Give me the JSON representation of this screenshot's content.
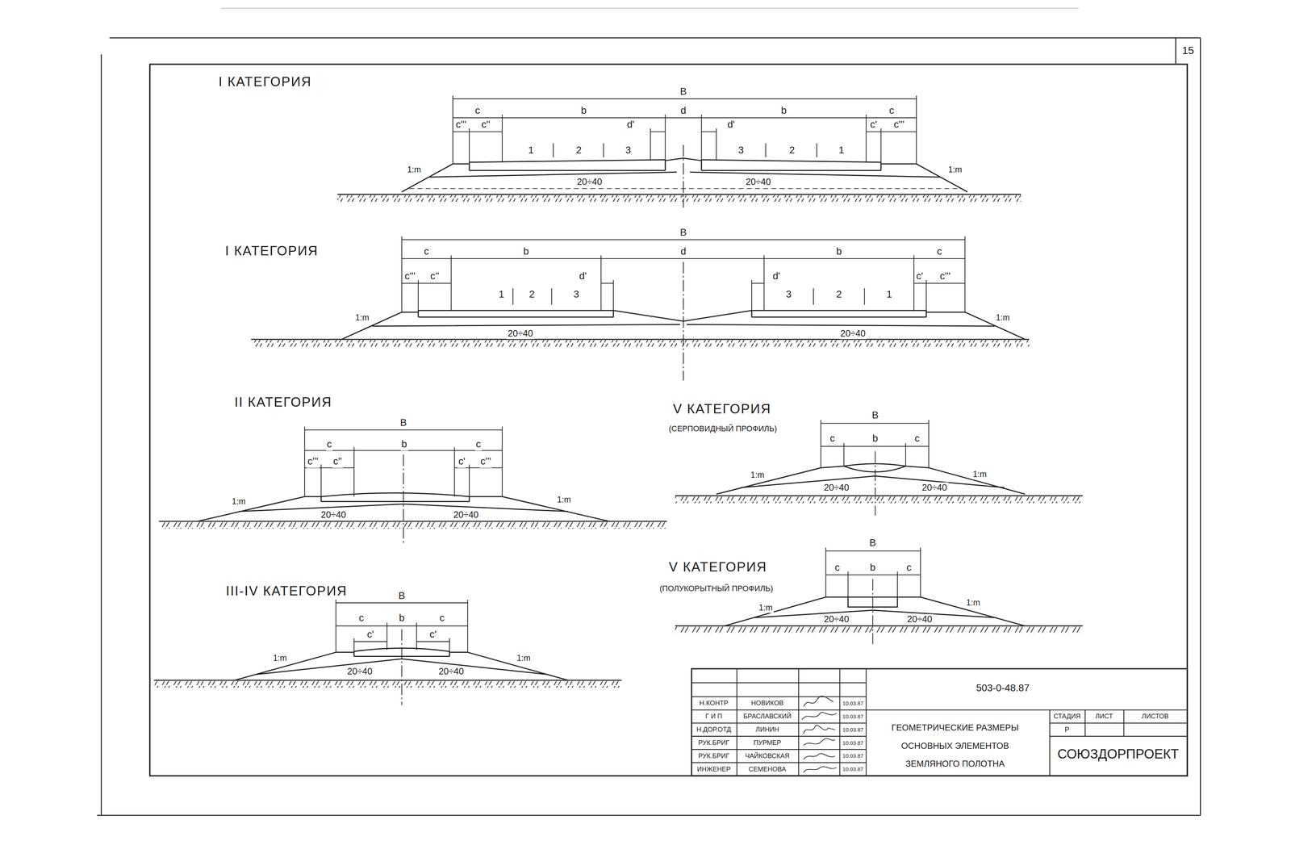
{
  "diagram": {
    "title": "ГЕОМЕТРИЧЕСКИЕ РАЗМЕРЫ ОСНОВНЫХ ЭЛЕМЕНТОВ ЗЕМЛЯНОГО ПОЛОТНА",
    "labels": [
      "15",
      "I КАТЕГОРИЯ",
      "В",
      "c",
      "b",
      "d",
      "b",
      "c",
      "c'''",
      "c''",
      "d'",
      "d'",
      "c'",
      "c'''",
      "1",
      "2",
      "3",
      "3",
      "2",
      "1",
      "1:m",
      "1:m",
      "20÷40",
      "20÷40",
      "I КАТЕГОРИЯ",
      "В",
      "c",
      "b",
      "d",
      "b",
      "c",
      "c'''",
      "c''",
      "d'",
      "d'",
      "c'",
      "c'''",
      "1",
      "2",
      "3",
      "3",
      "2",
      "1",
      "1:m",
      "1:m",
      "20÷40",
      "20÷40",
      "II КАТЕГОРИЯ",
      "В",
      "c",
      "b",
      "c",
      "c'''",
      "c''",
      "c'",
      "c'''",
      "1:m",
      "1:m",
      "20÷40",
      "20÷40",
      "V КАТЕГОРИЯ",
      "(СЕРПОВИДНЫЙ ПРОФИЛЬ)",
      "В",
      "c",
      "b",
      "c",
      "1:m",
      "1:m",
      "20÷40",
      "20÷40",
      "V КАТЕГОРИЯ",
      "(ПОЛУКОРЫТНЫЙ ПРОФИЛЬ)",
      "В",
      "c",
      "b",
      "c",
      "1:m",
      "1:m",
      "20÷40",
      "20÷40",
      "III-IV КАТЕГОРИЯ",
      "В",
      "c",
      "b",
      "c",
      "c'",
      "c'",
      "1:m",
      "1:m",
      "20÷40",
      "20÷40",
      "Н.КОНТР",
      "НОВИКОВ",
      "10.03.87",
      "Г И П",
      "БРАСЛАВСКИЙ",
      "10.03.87",
      "Н.ДОР.ОТД",
      "ЛИНИН",
      "10.03.87",
      "РУК.БРИГ",
      "ПУРМЕР",
      "10.03.87",
      "РУК.БРИГ",
      "ЧАЙКОВСКАЯ",
      "10.03.87",
      "ИНЖЕНЕР",
      "СЕМЕНОВА",
      "10.03.87",
      "503-0-48.87",
      "СТАДИЯ",
      "ЛИСТ",
      "ЛИСТОВ",
      "Р",
      "СОЮЗДОРПРОЕКТ"
    ]
  }
}
